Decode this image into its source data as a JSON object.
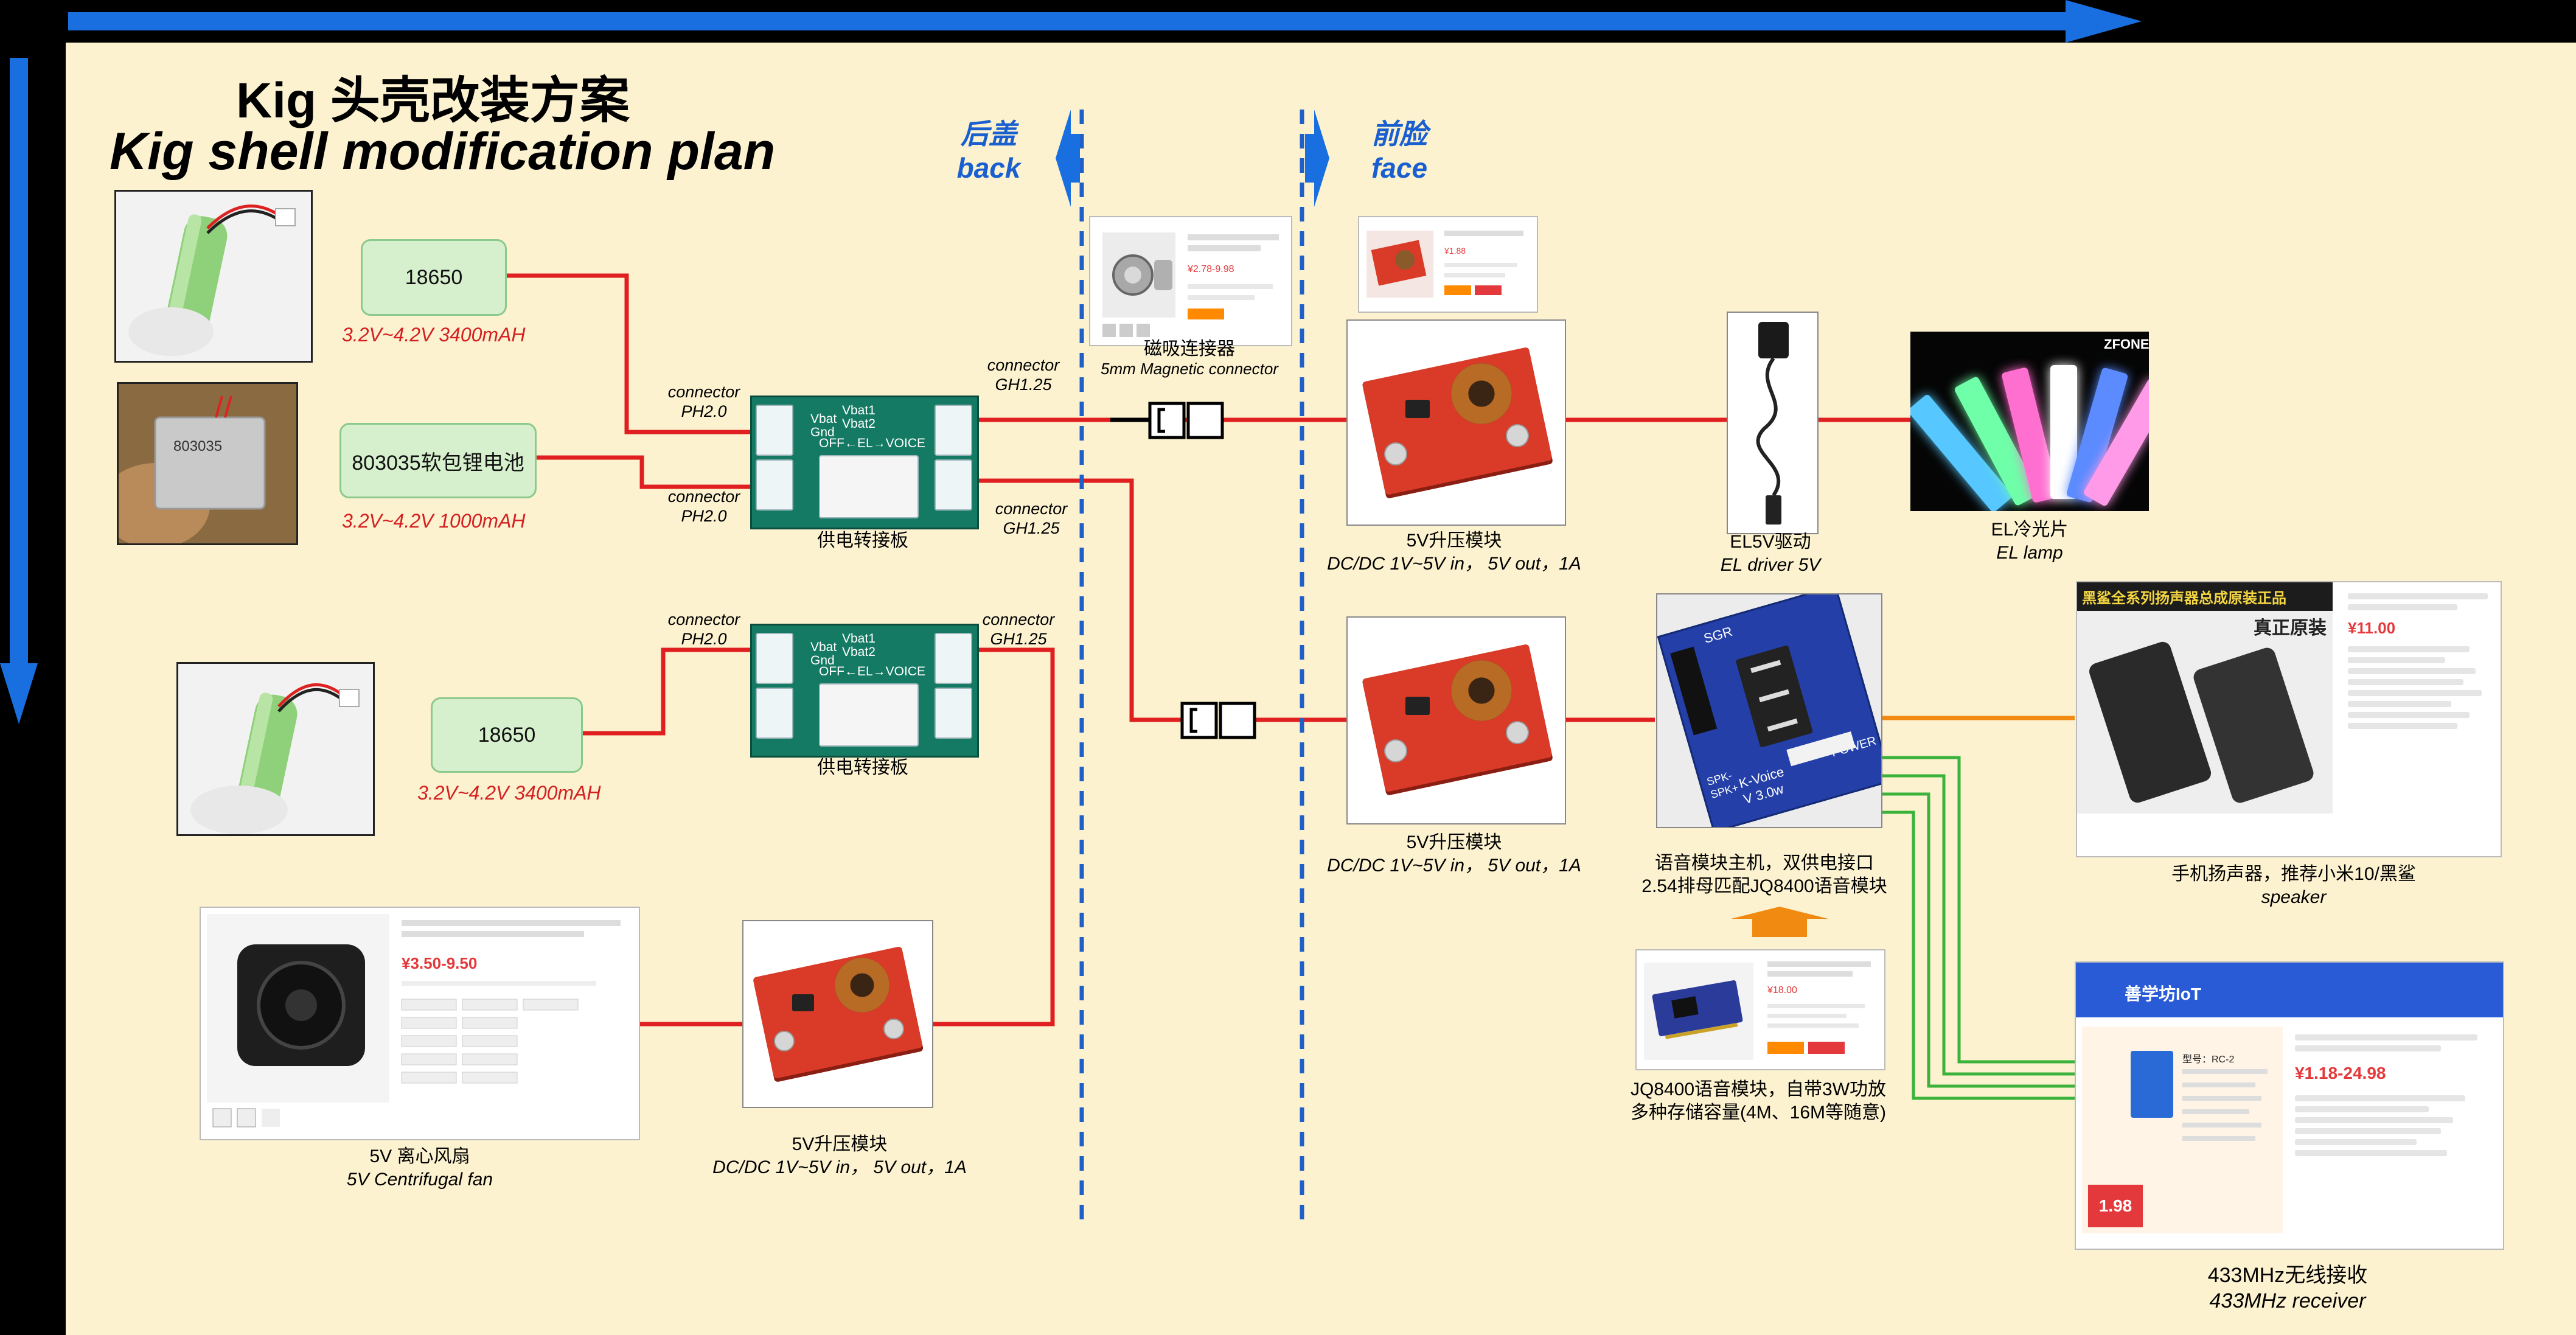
{
  "title": {
    "cn": "Kig 头壳改装方案",
    "en": "Kig shell modification plan"
  },
  "zones": {
    "back_cn": "后盖",
    "back_en": "back",
    "face_cn": "前脸",
    "face_en": "face"
  },
  "batteries": [
    {
      "name": "18650",
      "spec": "3.2V~4.2V 3400mAH"
    },
    {
      "name": "803035软包锂电池",
      "spec": "3.2V~4.2V 1000mAH",
      "photo_text": "803035"
    },
    {
      "name": "18650",
      "spec": "3.2V~4.2V 3400mAH"
    }
  ],
  "connectors": {
    "ph20": [
      "connector",
      "PH2.0"
    ],
    "gh125": [
      "connector",
      "GH1.25"
    ]
  },
  "power_board": {
    "label": "供电转接板",
    "silk_vbat": "Vbat",
    "silk_gnd": "Gnd",
    "silk_vbat1": "Vbat1",
    "silk_vbat2": "Vbat2",
    "silk_switch": "OFF←EL→VOICE"
  },
  "magnetic": {
    "label_cn": "磁吸连接器",
    "label_en": "5mm Magnetic connector"
  },
  "boost": {
    "label_cn": "5V升压模块",
    "label_en": "DC/DC 1V~5V in， 5V out，1A"
  },
  "el_driver": {
    "label_en_top": "EL5V驱动",
    "label_en": "EL driver 5V"
  },
  "el_lamp": {
    "label_cn": "EL冷光片",
    "label_en": "EL lamp",
    "brand": "ZFONE"
  },
  "voice_main": {
    "line1": "语音模块主机，双供电接口",
    "line2": "2.54排母匹配JQ8400语音模块",
    "silk_top": "SGR",
    "silk_k": "K-Voice",
    "silk_v": "V 3.0w",
    "silk_power": "POWER",
    "silk_spk": "SPK-",
    "silk_spk2": "SPK+"
  },
  "jq8400": {
    "line1": "JQ8400语音模块，自带3W功放",
    "line2": "多种存储容量(4M、16M等随意)"
  },
  "speaker": {
    "label_cn": "手机扬声器，推荐小米10/黑鲨",
    "label_en": "speaker",
    "banner": "黑鲨全系列扬声器总成原装正品",
    "tag": "真正原装",
    "price": "¥11.00"
  },
  "fan": {
    "label_cn": "5V 离心风扇",
    "label_en": "5V Centrifugal fan",
    "price": "¥3.50-9.50"
  },
  "receiver": {
    "label_cn": "433MHz无线接收",
    "label_en": "433MHz receiver",
    "store": "善学坊IoT",
    "price": "¥1.18-24.98",
    "badge": "1.98",
    "model": "型号：RC-2"
  },
  "magnet_shop_price": "¥2.78-9.98",
  "boost_shop_price": "¥1.88",
  "jq_shop_price": "¥18.00",
  "colors": {
    "wire_red": "#e02020",
    "wire_orange": "#f08a10",
    "wire_green": "#3bb33b",
    "accent_blue": "#1a6fe0",
    "divider_blue": "#1f5fc8"
  }
}
